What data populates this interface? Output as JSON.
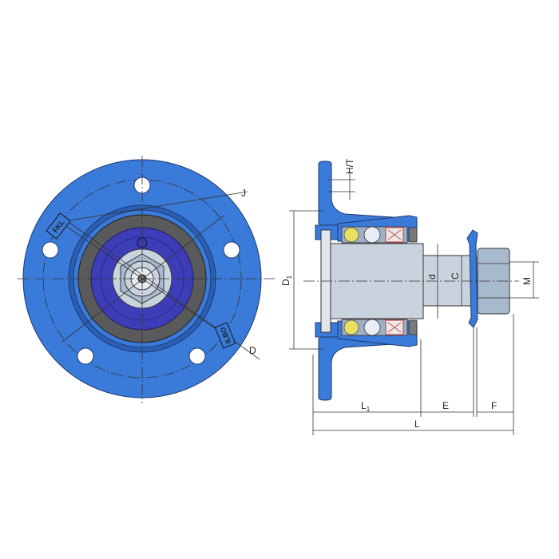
{
  "colors": {
    "housing": "#3a7ad8",
    "housing_dark": "#2a5fb5",
    "seal_grey": "#5a5a5a",
    "inner_blue": "#3d3db8",
    "shaft": "#c9d3de",
    "hex": "#a7b9cc",
    "bearing_ball": "#b8c8dc",
    "bearing_cage_yellow": "#e8e060",
    "seal_red": "#d44a4a"
  },
  "labels": {
    "stamp_left": "FKL",
    "stamp_right": "ILBO",
    "dim_j": "J",
    "dim_d_big": "D",
    "dim_ht": "H/T",
    "dim_d1": "D",
    "dim_d1_sub": "1",
    "dim_d_small": "d",
    "dim_c": "C",
    "dim_m": "M",
    "dim_l1": "L",
    "dim_l1_sub": "1",
    "dim_e": "E",
    "dim_f": "F",
    "dim_l": "L"
  }
}
